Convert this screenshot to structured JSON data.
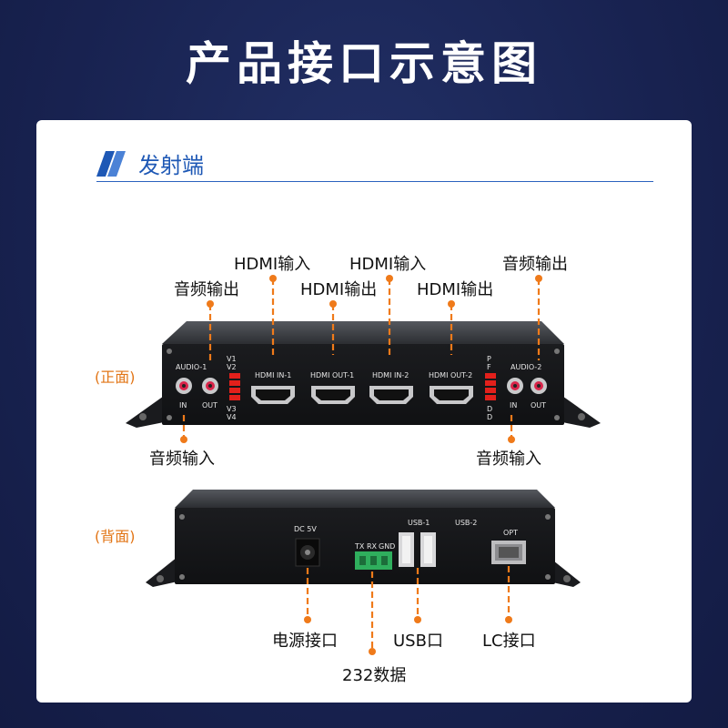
{
  "page": {
    "title": "产品接口示意图"
  },
  "section": {
    "title": "发射端"
  },
  "views": {
    "front": "(正面)",
    "back": "(背面)"
  },
  "front_callouts": {
    "audio_out_top": "音频输出",
    "hdmi_in_1": "HDMI输入",
    "hdmi_out_1": "HDMI输出",
    "hdmi_in_2": "HDMI输入",
    "hdmi_out_2": "HDMI输出",
    "audio_out_right": "音频输出",
    "audio_in_left": "音频输入",
    "audio_in_right": "音频输入"
  },
  "front_panel": {
    "audio1": "AUDIO-1",
    "in": "IN",
    "out": "OUT",
    "audio2": "AUDIO-2",
    "v1": "V1",
    "v2": "V2",
    "v3": "V3",
    "v4": "V4",
    "p": "P",
    "f": "F",
    "d1": "D",
    "d2": "D",
    "hdmi_in_1": "HDMI IN-1",
    "hdmi_out_1": "HDMI OUT-1",
    "hdmi_in_2": "HDMI IN-2",
    "hdmi_out_2": "HDMI OUT-2"
  },
  "back_panel": {
    "dc": "DC 5V",
    "tx": "TX",
    "rx": "RX",
    "gnd": "GND",
    "usb1": "USB-1",
    "usb2": "USB-2",
    "opt": "OPT"
  },
  "back_callouts": {
    "power": "电源接口",
    "rs232": "232数据",
    "usb": "USB口",
    "lc": "LC接口"
  },
  "colors": {
    "accent_blue": "#1e58b5",
    "lead_orange": "#ef7a1a",
    "bg_navy": "#1a2451",
    "led_red": "#e3201b"
  }
}
